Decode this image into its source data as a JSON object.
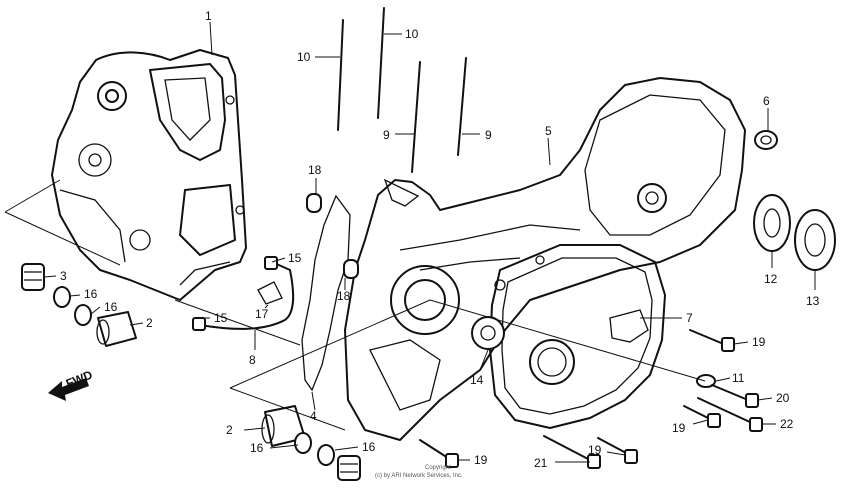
{
  "diagram": {
    "forward_label": "FWD",
    "copyright_line1": "Copyright",
    "copyright_line2": "(c) by ARI Network Services, Inc.",
    "callouts": {
      "c1": "1",
      "c2a": "2",
      "c2b": "2",
      "c3": "3",
      "c4": "4",
      "c5": "5",
      "c6": "6",
      "c7": "7",
      "c8": "8",
      "c9a": "9",
      "c9b": "9",
      "c10a": "10",
      "c10b": "10",
      "c11": "11",
      "c12": "12",
      "c13": "13",
      "c14": "14",
      "c15a": "15",
      "c15b": "15",
      "c16a": "16",
      "c16b": "16",
      "c16c": "16",
      "c16d": "16",
      "c17": "17",
      "c18a": "18",
      "c18b": "18",
      "c19a": "19",
      "c19b": "19",
      "c19c": "19",
      "c19d": "19",
      "c20": "20",
      "c21": "21",
      "c22": "22"
    }
  }
}
